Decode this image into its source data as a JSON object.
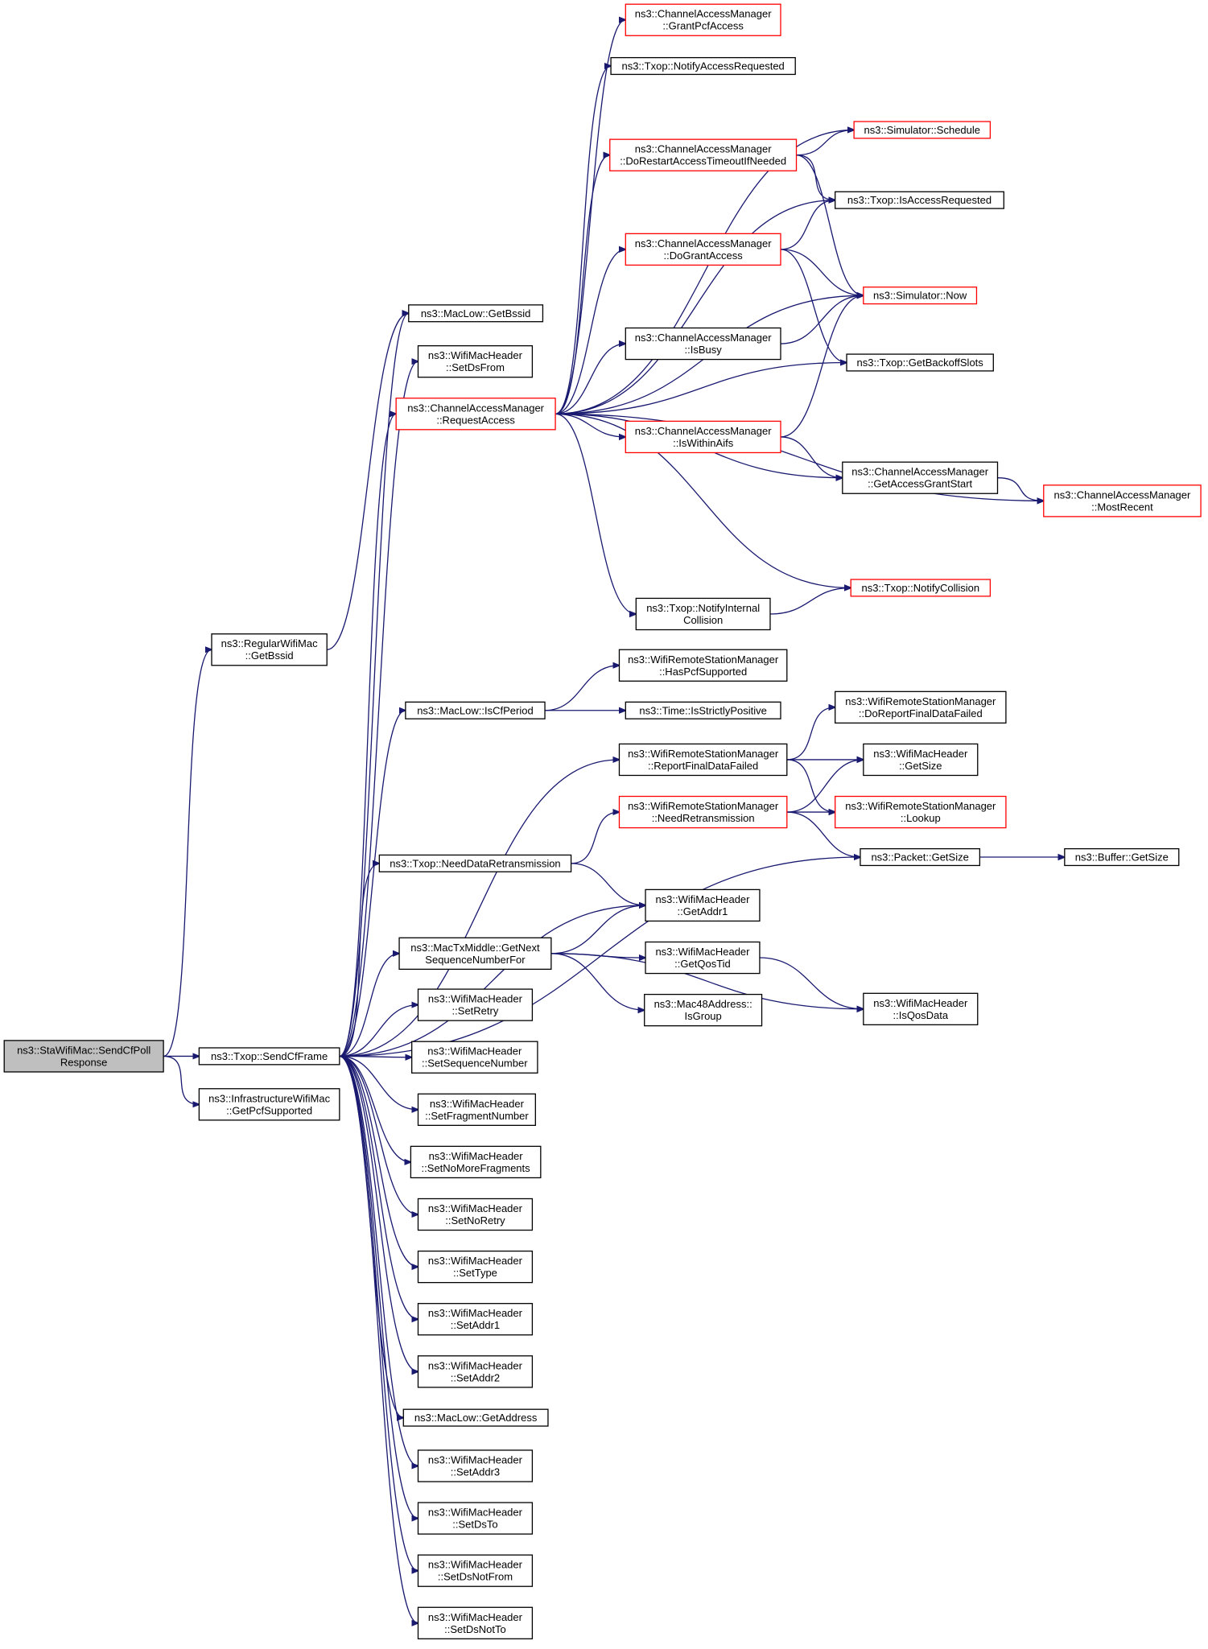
{
  "diagram": {
    "type": "call-graph",
    "colors": {
      "edge": "#191970",
      "node_border": "#000000",
      "truncated_node_border": "#ff0000",
      "root_fill": "#bfbfbf"
    },
    "nodes": [
      {
        "id": "root",
        "lines": [
          "ns3::StaWifiMac::SendCfPoll",
          "Response"
        ],
        "style": "root"
      },
      {
        "id": "regular_getbssid",
        "lines": [
          "ns3::RegularWifiMac",
          "::GetBssid"
        ]
      },
      {
        "id": "sendcfframe",
        "lines": [
          "ns3::Txop::SendCfFrame"
        ]
      },
      {
        "id": "infra_getpcf",
        "lines": [
          "ns3::InfrastructureWifiMac",
          "::GetPcfSupported"
        ]
      },
      {
        "id": "maclow_getbssid",
        "lines": [
          "ns3::MacLow::GetBssid"
        ]
      },
      {
        "id": "setdsfrom",
        "lines": [
          "ns3::WifiMacHeader",
          "::SetDsFrom"
        ]
      },
      {
        "id": "requestaccess",
        "lines": [
          "ns3::ChannelAccessManager",
          "::RequestAccess"
        ],
        "style": "red"
      },
      {
        "id": "grantpcf",
        "lines": [
          "ns3::ChannelAccessManager",
          "::GrantPcfAccess"
        ],
        "style": "red"
      },
      {
        "id": "notifyaccessreq",
        "lines": [
          "ns3::Txop::NotifyAccessRequested"
        ]
      },
      {
        "id": "dorestart",
        "lines": [
          "ns3::ChannelAccessManager",
          "::DoRestartAccessTimeoutIfNeeded"
        ],
        "style": "red"
      },
      {
        "id": "dogrant",
        "lines": [
          "ns3::ChannelAccessManager",
          "::DoGrantAccess"
        ],
        "style": "red"
      },
      {
        "id": "isbusy",
        "lines": [
          "ns3::ChannelAccessManager",
          "::IsBusy"
        ]
      },
      {
        "id": "iswithinaifs",
        "lines": [
          "ns3::ChannelAccessManager",
          "::IsWithinAifs"
        ],
        "style": "red"
      },
      {
        "id": "notifyinternal",
        "lines": [
          "ns3::Txop::NotifyInternal",
          "Collision"
        ]
      },
      {
        "id": "schedule",
        "lines": [
          "ns3::Simulator::Schedule"
        ],
        "style": "red"
      },
      {
        "id": "isaccessreq",
        "lines": [
          "ns3::Txop::IsAccessRequested"
        ]
      },
      {
        "id": "now",
        "lines": [
          "ns3::Simulator::Now"
        ],
        "style": "red"
      },
      {
        "id": "getbackoff",
        "lines": [
          "ns3::Txop::GetBackoffSlots"
        ]
      },
      {
        "id": "getaccessgrant",
        "lines": [
          "ns3::ChannelAccessManager",
          "::GetAccessGrantStart"
        ]
      },
      {
        "id": "mostrecent",
        "lines": [
          "ns3::ChannelAccessManager",
          "::MostRecent"
        ],
        "style": "red"
      },
      {
        "id": "notifycollision",
        "lines": [
          "ns3::Txop::NotifyCollision"
        ],
        "style": "red"
      },
      {
        "id": "iscfperiod",
        "lines": [
          "ns3::MacLow::IsCfPeriod"
        ]
      },
      {
        "id": "haspcf",
        "lines": [
          "ns3::WifiRemoteStationManager",
          "::HasPcfSupported"
        ]
      },
      {
        "id": "isstrictly",
        "lines": [
          "ns3::Time::IsStrictlyPositive"
        ]
      },
      {
        "id": "reportfinal",
        "lines": [
          "ns3::WifiRemoteStationManager",
          "::ReportFinalDataFailed"
        ]
      },
      {
        "id": "doreport",
        "lines": [
          "ns3::WifiRemoteStationManager",
          "::DoReportFinalDataFailed"
        ]
      },
      {
        "id": "hdr_getsize",
        "lines": [
          "ns3::WifiMacHeader",
          "::GetSize"
        ]
      },
      {
        "id": "needretrans",
        "lines": [
          "ns3::WifiRemoteStationManager",
          "::NeedRetransmission"
        ],
        "style": "red"
      },
      {
        "id": "lookup",
        "lines": [
          "ns3::WifiRemoteStationManager",
          "::Lookup"
        ],
        "style": "red"
      },
      {
        "id": "needdataretrans",
        "lines": [
          "ns3::Txop::NeedDataRetransmission"
        ]
      },
      {
        "id": "packet_getsize",
        "lines": [
          "ns3::Packet::GetSize"
        ]
      },
      {
        "id": "buffer_getsize",
        "lines": [
          "ns3::Buffer::GetSize"
        ]
      },
      {
        "id": "getaddr1",
        "lines": [
          "ns3::WifiMacHeader",
          "::GetAddr1"
        ]
      },
      {
        "id": "getnextseq",
        "lines": [
          "ns3::MacTxMiddle::GetNext",
          "SequenceNumberFor"
        ]
      },
      {
        "id": "getqostid",
        "lines": [
          "ns3::WifiMacHeader",
          "::GetQosTid"
        ]
      },
      {
        "id": "isgroup",
        "lines": [
          "ns3::Mac48Address::",
          "IsGroup"
        ]
      },
      {
        "id": "isqosdata",
        "lines": [
          "ns3::WifiMacHeader",
          "::IsQosData"
        ]
      },
      {
        "id": "setretry",
        "lines": [
          "ns3::WifiMacHeader",
          "::SetRetry"
        ]
      },
      {
        "id": "setseq",
        "lines": [
          "ns3::WifiMacHeader",
          "::SetSequenceNumber"
        ]
      },
      {
        "id": "setfrag",
        "lines": [
          "ns3::WifiMacHeader",
          "::SetFragmentNumber"
        ]
      },
      {
        "id": "setnomorefrag",
        "lines": [
          "ns3::WifiMacHeader",
          "::SetNoMoreFragments"
        ]
      },
      {
        "id": "setnoretry",
        "lines": [
          "ns3::WifiMacHeader",
          "::SetNoRetry"
        ]
      },
      {
        "id": "settype",
        "lines": [
          "ns3::WifiMacHeader",
          "::SetType"
        ]
      },
      {
        "id": "setaddr1",
        "lines": [
          "ns3::WifiMacHeader",
          "::SetAddr1"
        ]
      },
      {
        "id": "setaddr2",
        "lines": [
          "ns3::WifiMacHeader",
          "::SetAddr2"
        ]
      },
      {
        "id": "getaddress",
        "lines": [
          "ns3::MacLow::GetAddress"
        ]
      },
      {
        "id": "setaddr3",
        "lines": [
          "ns3::WifiMacHeader",
          "::SetAddr3"
        ]
      },
      {
        "id": "setdsto",
        "lines": [
          "ns3::WifiMacHeader",
          "::SetDsTo"
        ]
      },
      {
        "id": "setdsnotfrom",
        "lines": [
          "ns3::WifiMacHeader",
          "::SetDsNotFrom"
        ]
      },
      {
        "id": "setdsnotto",
        "lines": [
          "ns3::WifiMacHeader",
          "::SetDsNotTo"
        ]
      }
    ],
    "edges": [
      [
        "root",
        "regular_getbssid"
      ],
      [
        "root",
        "sendcfframe"
      ],
      [
        "root",
        "infra_getpcf"
      ],
      [
        "regular_getbssid",
        "maclow_getbssid"
      ],
      [
        "sendcfframe",
        "maclow_getbssid"
      ],
      [
        "sendcfframe",
        "setdsfrom"
      ],
      [
        "sendcfframe",
        "requestaccess"
      ],
      [
        "sendcfframe",
        "iscfperiod"
      ],
      [
        "sendcfframe",
        "reportfinal"
      ],
      [
        "sendcfframe",
        "packet_getsize"
      ],
      [
        "sendcfframe",
        "needdataretrans"
      ],
      [
        "sendcfframe",
        "getaddr1"
      ],
      [
        "sendcfframe",
        "getnextseq"
      ],
      [
        "sendcfframe",
        "setretry"
      ],
      [
        "sendcfframe",
        "setseq"
      ],
      [
        "sendcfframe",
        "setfrag"
      ],
      [
        "sendcfframe",
        "setnomorefrag"
      ],
      [
        "sendcfframe",
        "setnoretry"
      ],
      [
        "sendcfframe",
        "settype"
      ],
      [
        "sendcfframe",
        "setaddr1"
      ],
      [
        "sendcfframe",
        "setaddr2"
      ],
      [
        "sendcfframe",
        "getaddress"
      ],
      [
        "sendcfframe",
        "setaddr3"
      ],
      [
        "sendcfframe",
        "setdsto"
      ],
      [
        "sendcfframe",
        "setdsnotfrom"
      ],
      [
        "sendcfframe",
        "setdsnotto"
      ],
      [
        "requestaccess",
        "grantpcf"
      ],
      [
        "requestaccess",
        "notifyaccessreq"
      ],
      [
        "requestaccess",
        "schedule"
      ],
      [
        "requestaccess",
        "dorestart"
      ],
      [
        "requestaccess",
        "isaccessreq"
      ],
      [
        "requestaccess",
        "dogrant"
      ],
      [
        "requestaccess",
        "now"
      ],
      [
        "requestaccess",
        "isbusy"
      ],
      [
        "requestaccess",
        "getbackoff"
      ],
      [
        "requestaccess",
        "iswithinaifs"
      ],
      [
        "requestaccess",
        "getaccessgrant"
      ],
      [
        "requestaccess",
        "mostrecent"
      ],
      [
        "requestaccess",
        "notifyinternal"
      ],
      [
        "requestaccess",
        "notifycollision"
      ],
      [
        "dorestart",
        "schedule"
      ],
      [
        "dorestart",
        "isaccessreq"
      ],
      [
        "dorestart",
        "now"
      ],
      [
        "dogrant",
        "isaccessreq"
      ],
      [
        "dogrant",
        "now"
      ],
      [
        "dogrant",
        "getbackoff"
      ],
      [
        "isbusy",
        "now"
      ],
      [
        "iswithinaifs",
        "now"
      ],
      [
        "iswithinaifs",
        "getaccessgrant"
      ],
      [
        "getaccessgrant",
        "mostrecent"
      ],
      [
        "notifyinternal",
        "notifycollision"
      ],
      [
        "iscfperiod",
        "haspcf"
      ],
      [
        "iscfperiod",
        "isstrictly"
      ],
      [
        "reportfinal",
        "doreport"
      ],
      [
        "reportfinal",
        "hdr_getsize"
      ],
      [
        "reportfinal",
        "lookup"
      ],
      [
        "needretrans",
        "hdr_getsize"
      ],
      [
        "needretrans",
        "lookup"
      ],
      [
        "needretrans",
        "packet_getsize"
      ],
      [
        "needdataretrans",
        "needretrans"
      ],
      [
        "needdataretrans",
        "getaddr1"
      ],
      [
        "packet_getsize",
        "buffer_getsize"
      ],
      [
        "getnextseq",
        "getaddr1"
      ],
      [
        "getnextseq",
        "getqostid"
      ],
      [
        "getnextseq",
        "isgroup"
      ],
      [
        "getnextseq",
        "isqosdata"
      ],
      [
        "getqostid",
        "isqosdata"
      ]
    ]
  }
}
